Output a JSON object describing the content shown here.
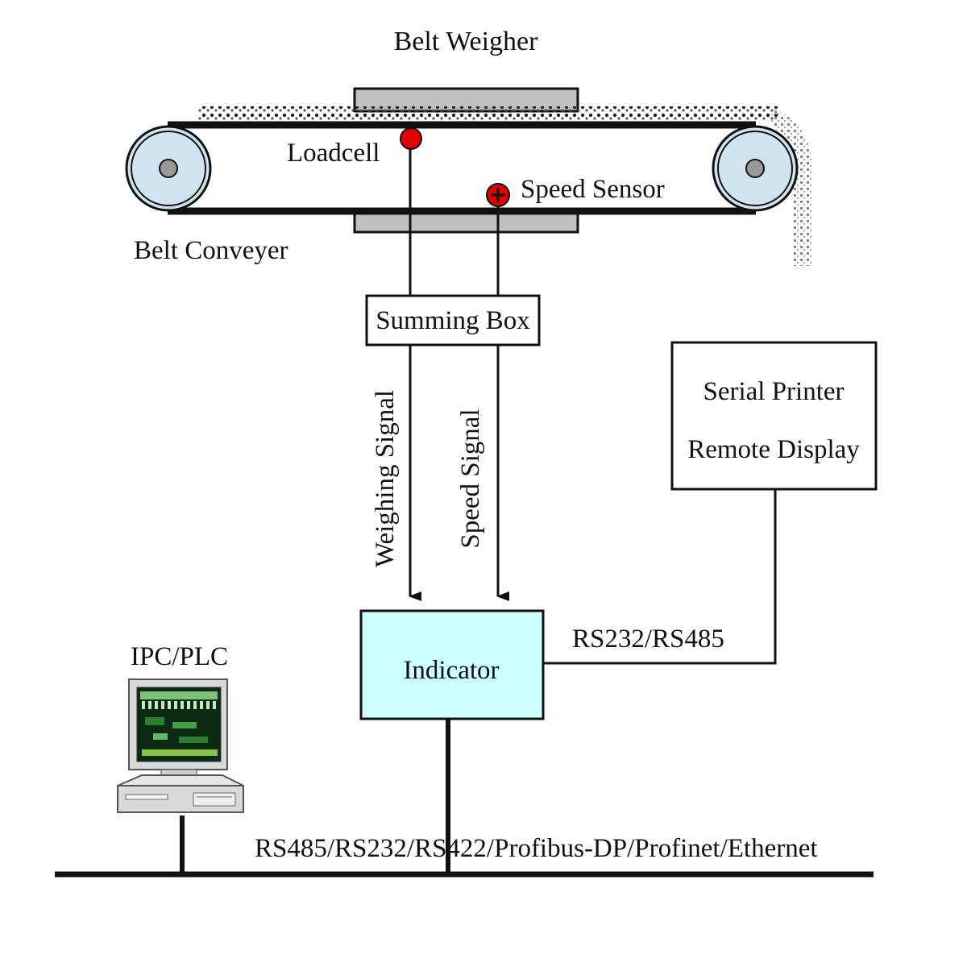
{
  "title": "Belt Weigher",
  "labels": {
    "loadcell": "Loadcell",
    "speed_sensor": "Speed Sensor",
    "belt_conveyer": "Belt Conveyer",
    "summing_box": "Summing Box",
    "weighing_signal": "Weighing Signal",
    "speed_signal": "Speed Signal",
    "serial_printer": "Serial Printer",
    "remote_display": "Remote Display",
    "indicator": "Indicator",
    "rs232_rs485": "RS232/RS485",
    "ipc_plc": "IPC/PLC",
    "bus": "RS485/RS232/RS422/Profibus-DP/Profinet/Ethernet"
  },
  "colors": {
    "indicator_fill": "#ccffff",
    "sensor_red": "#e00000",
    "roller_blue": "#cfe4ee",
    "platform_gray": "#c0c0c0"
  },
  "icons": {
    "computer": "computer-icon",
    "loadcell": "loadcell-marker-icon",
    "speed_sensor": "speed-sensor-marker-icon"
  }
}
